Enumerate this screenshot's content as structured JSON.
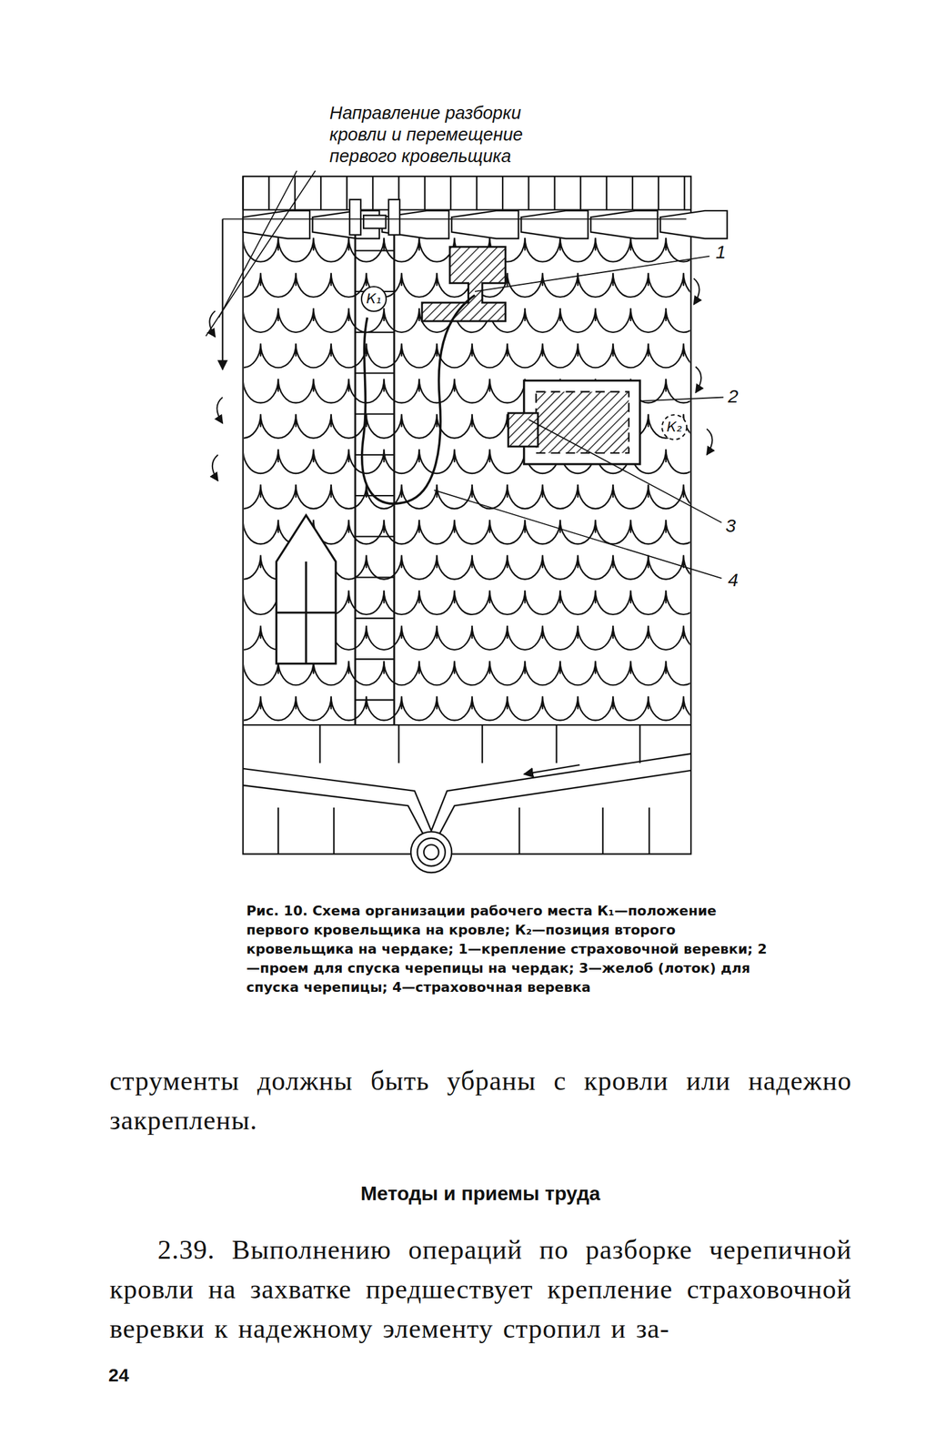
{
  "diagram": {
    "caption": "Рис. 10. Схема организации рабочего места К₁—положение первого кровельщика на кровле; К₂—позиция второго кровельщика на чердаке; 1—крепление страховочной веревки; 2—проем для спуска черепицы на чердак; 3—желоб (лоток) для спуска черепицы; 4—страховочная веревка",
    "nodes": [
      {
        "text": [
          "К₁"
        ]
      },
      {
        "text": [
          "К₂"
        ]
      }
    ],
    "labels": [
      "Направление разборки кровли и перемещение первого кровельщика",
      "1",
      "2",
      "3",
      "4",
      "струменты должны быть убраны с кровли или надежно закреплены.",
      "Методы и приемы труда",
      "2.39. Выполнению операций по разборке черепичной кровли на захватке предшествует крепление страховочной веревки к надежному элементу стропил и за-",
      "24"
    ]
  }
}
